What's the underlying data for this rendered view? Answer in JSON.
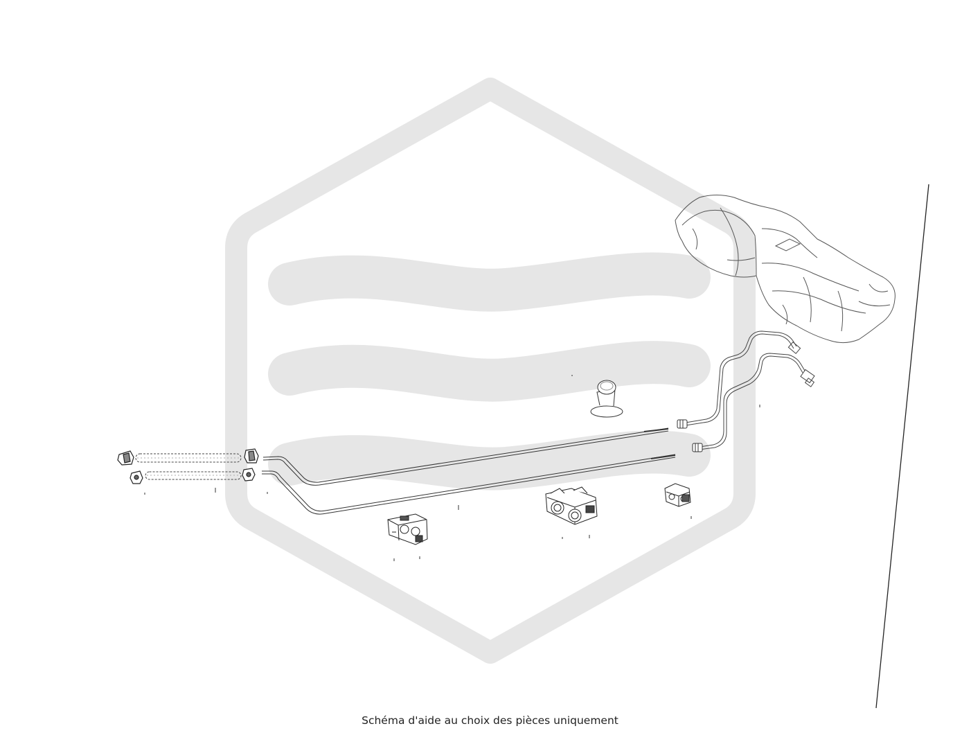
{
  "caption": "Schéma d'aide au choix des pièces uniquement",
  "colors": {
    "watermark": "#e6e6e6",
    "line_art": "#444444",
    "background": "#ffffff"
  },
  "watermark": {
    "shape": "hexagon-with-three-waves",
    "description_icon": "brand-logo-watermark"
  },
  "parts": [
    {
      "name": "fuel-tank"
    },
    {
      "name": "fuel-line-upper"
    },
    {
      "name": "fuel-line-lower"
    },
    {
      "name": "rubber-hose-upper"
    },
    {
      "name": "rubber-hose-lower"
    },
    {
      "name": "hose-clamp"
    },
    {
      "name": "quick-connector"
    },
    {
      "name": "line-clip-double-small"
    },
    {
      "name": "line-clip-double-large"
    },
    {
      "name": "line-clip-single"
    },
    {
      "name": "bump-stop-pad"
    }
  ]
}
